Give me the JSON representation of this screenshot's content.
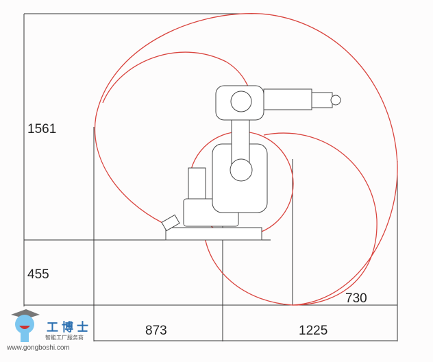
{
  "dimensions": {
    "height_upper": "1561",
    "height_lower": "455",
    "reach_back": "873",
    "reach_front": "1225",
    "offset": "730"
  },
  "logo": {
    "name_cn": "工博士",
    "tagline": "智能工厂服务商",
    "url": "www.gongboshi.com"
  },
  "colors": {
    "envelope": "#d9453f",
    "lines": "#333333"
  }
}
